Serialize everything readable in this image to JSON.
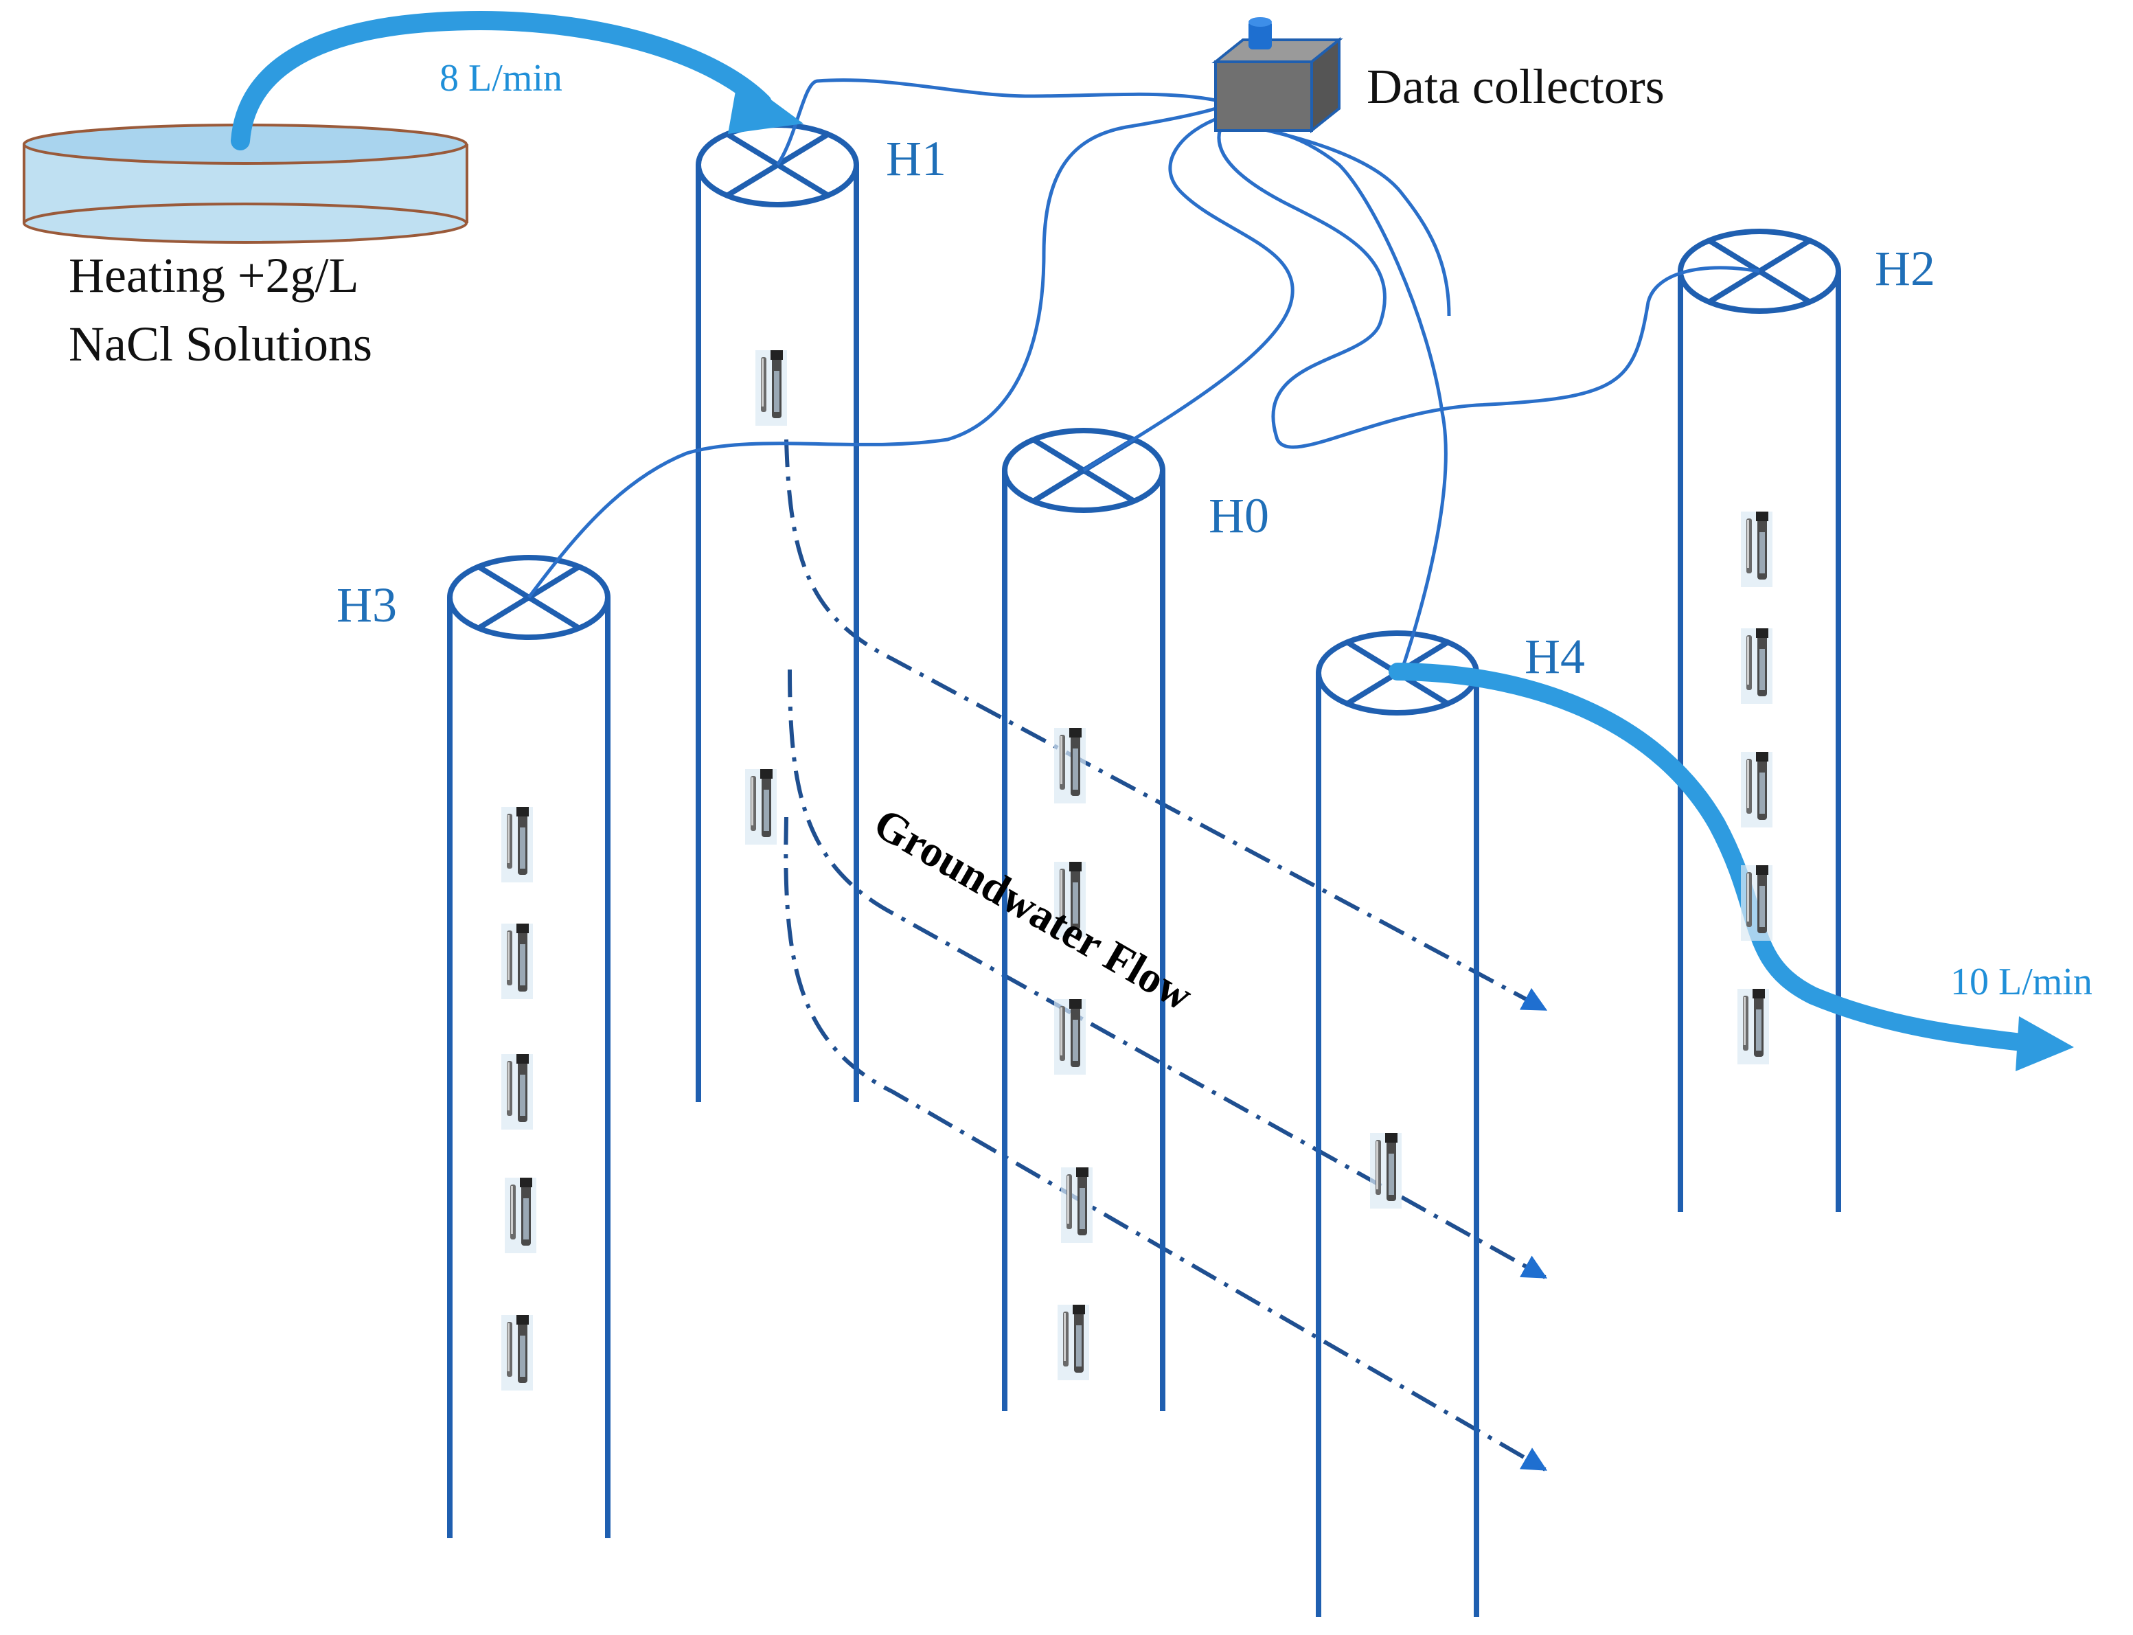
{
  "labels": {
    "inflow_rate": "8 L/min",
    "outflow_rate": "10 L/min",
    "data_collectors": "Data collectors",
    "tank_line1": "Heating +2g/L",
    "tank_line2": "NaCl Solutions",
    "groundwater_flow": "Groundwater Flow"
  },
  "wells": [
    {
      "id": "H1",
      "label": "H1"
    },
    {
      "id": "H0",
      "label": "H0"
    },
    {
      "id": "H2",
      "label": "H2"
    },
    {
      "id": "H3",
      "label": "H3"
    },
    {
      "id": "H4",
      "label": "H4"
    }
  ],
  "colors": {
    "well": "#1f5fb0",
    "cable": "#2a6fc9",
    "flow_arrow": "#2e9be0",
    "groundwater_dash": "#1f4f90",
    "tank_fill": "#bfe0f2",
    "tank_rim": "#9a5a3a",
    "collector_box": "#6f6f6f"
  },
  "icons": {
    "well_cap": "crossed-circle-icon",
    "sensor": "sensor-probe-icon",
    "collector": "data-box-icon"
  }
}
